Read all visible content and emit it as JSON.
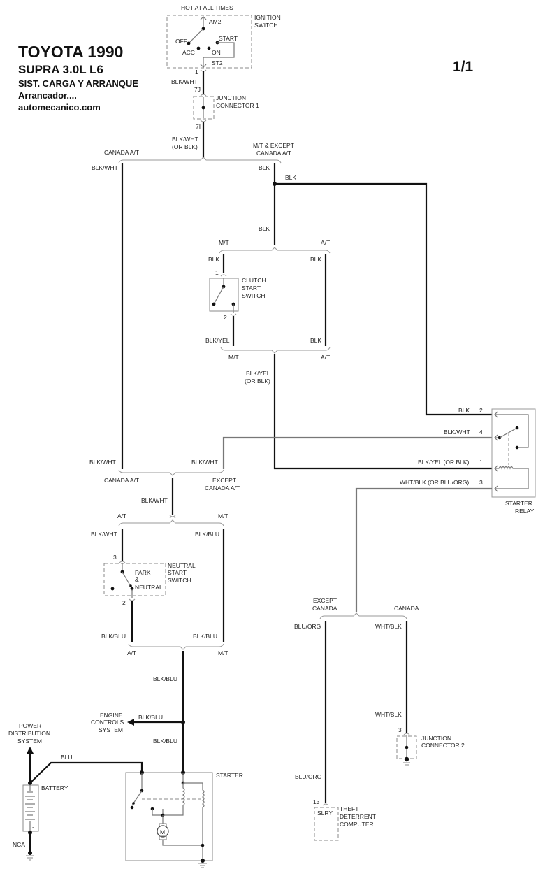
{
  "header": {
    "make_year": "TOYOTA 1990",
    "model": "SUPRA  3.0L  L6",
    "system": "SIST. CARGA Y ARRANQUE",
    "subsystem": "Arrancador....",
    "site": "automecanico.com",
    "page": "1/1"
  },
  "ignition_switch": {
    "supply": "HOT AT ALL TIMES",
    "name_line1": "IGNITION",
    "name_line2": "SWITCH",
    "terminals": [
      "AM2",
      "OFF",
      "ACC",
      "ON",
      "START",
      "ST2"
    ],
    "pin_out": "1"
  },
  "junction_connector_1": {
    "name_line1": "JUNCTION",
    "name_line2": "CONNECTOR 1",
    "pin_in": "7J",
    "pin_out": "7I"
  },
  "wires": {
    "ign_to_jc1": "BLK/WHT",
    "jc1_out_line1": "BLK/WHT",
    "jc1_out_line2": "(OR BLK)",
    "canada_at_left": "BLK/WHT",
    "mt_except_blk": "BLK",
    "to_relay_blk": "BLK",
    "down_to_clutch": "BLK",
    "clutch_in": "BLK",
    "at_bypass_top": "BLK",
    "clutch_out": "BLK/YEL",
    "at_bypass_bottom": "BLK",
    "to_relay_1_line1": "BLK/YEL",
    "to_relay_1_line2": "(OR BLK)",
    "canada_at_down": "BLK/WHT",
    "except_canada_down": "BLK/WHT",
    "merge_down": "BLK/WHT",
    "at_to_nss": "BLK/WHT",
    "mt_bypass": "BLK/BLU",
    "nss_out": "BLK/BLU",
    "mt_bypass_bottom": "BLK/BLU",
    "to_starter_top": "BLK/BLU",
    "to_engine_controls": "BLK/BLU",
    "to_starter_bottom": "BLK/BLU",
    "battery_to_starter": "BLU",
    "except_canada_tdc": "BLU/ORG",
    "canada_jc2": "WHT/BLK",
    "jc2_in": "WHT/BLK",
    "tdc_in": "BLU/ORG",
    "battery_ground": "NCA"
  },
  "branch_labels": {
    "canada_at": "CANADA A/T",
    "mt_except_line1": "M/T & EXCEPT",
    "mt_except_line2": "CANADA A/T",
    "mt": "M/T",
    "at": "A/T",
    "mt_bottom": "M/T",
    "at_bottom": "A/T",
    "canada_at_2": "CANADA A/T",
    "except_canada_at_line1": "EXCEPT",
    "except_canada_at_line2": "CANADA A/T",
    "at_nss": "A/T",
    "mt_nss": "M/T",
    "at_nss_bottom": "A/T",
    "mt_nss_bottom": "M/T",
    "except_canada_line1": "EXCEPT",
    "except_canada_line2": "CANADA",
    "canada": "CANADA"
  },
  "clutch_start_switch": {
    "name_line1": "CLUTCH",
    "name_line2": "START",
    "name_line3": "SWITCH",
    "pin_in": "1",
    "pin_out": "2"
  },
  "starter_relay": {
    "name_line1": "STARTER",
    "name_line2": "RELAY",
    "pins": [
      {
        "pin": "2",
        "wire": "BLK"
      },
      {
        "pin": "4",
        "wire": "BLK/WHT"
      },
      {
        "pin": "1",
        "wire": "BLK/YEL (OR BLK)"
      },
      {
        "pin": "3",
        "wire": "WHT/BLK (OR BLU/ORG)"
      }
    ]
  },
  "neutral_start_switch": {
    "name_line1": "NEUTRAL",
    "name_line2": "START",
    "name_line3": "SWITCH",
    "position_line1": "PARK",
    "position_line2": "&",
    "position_line3": "NEUTRAL",
    "pin_in": "3",
    "pin_out": "2"
  },
  "engine_controls": {
    "line1": "ENGINE",
    "line2": "CONTROLS",
    "line3": "SYSTEM"
  },
  "power_distribution": {
    "line1": "POWER",
    "line2": "DISTRIBUTION",
    "line3": "SYSTEM"
  },
  "battery": {
    "name": "BATTERY",
    "plus": "+",
    "minus": "-"
  },
  "starter": {
    "name": "STARTER",
    "motor_symbol": "M"
  },
  "junction_connector_2": {
    "name_line1": "JUNCTION",
    "name_line2": "CONNECTOR 2",
    "pin": "3"
  },
  "theft_deterrent": {
    "name_line1": "THEFT",
    "name_line2": "DETERRENT",
    "name_line3": "COMPUTER",
    "terminal": "SLRY",
    "pin": "13"
  }
}
